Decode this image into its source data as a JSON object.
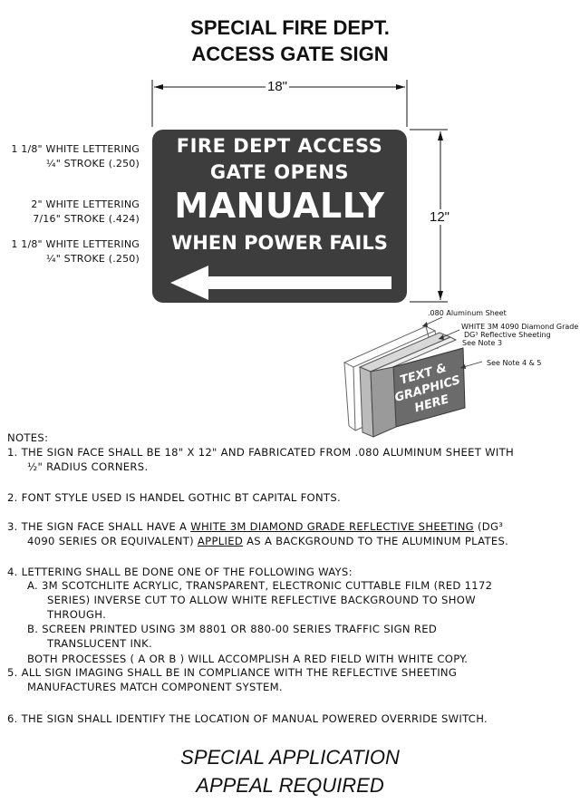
{
  "title": {
    "line1": "SPECIAL FIRE DEPT.",
    "line2": "ACCESS GATE SIGN"
  },
  "dimensions": {
    "width": "18\"",
    "height": "12\""
  },
  "lettering_notes": [
    {
      "line1": "1 1/8\" WHITE LETTERING",
      "line2": "¼\" STROKE (.250)"
    },
    {
      "line1": "2\" WHITE LETTERING",
      "line2": "7/16\" STROKE (.424)"
    },
    {
      "line1": "1 1/8\" WHITE LETTERING",
      "line2": "¼\" STROKE (.250)"
    }
  ],
  "sign": {
    "line1": "FIRE DEPT ACCESS",
    "line2": "GATE OPENS",
    "line3": "MANUALLY",
    "line4": "WHEN POWER FAILS",
    "background_color": "#3d3d3d",
    "text_color": "#ffffff",
    "arrow_direction": "left"
  },
  "iso_detail": {
    "sheet_label": ".080 Aluminum Sheet",
    "sheeting_label_1": "WHITE 3M 4090 Diamond Grade",
    "sheeting_label_2": "DG³ Reflective Sheeting",
    "sheeting_label_3": "See Note 3",
    "note_ref": "See Note 4 & 5",
    "face_text_1": "TEXT &",
    "face_text_2": "GRAPHICS",
    "face_text_3": "HERE"
  },
  "notes": {
    "heading": "NOTES:",
    "n1a": "1.  THE SIGN FACE SHALL BE 18\" X 12\" AND FABRICATED FROM .080 ALUMINUM SHEET WITH",
    "n1b": "½\" RADIUS CORNERS.",
    "n2": "2.  FONT STYLE USED IS HANDEL GOTHIC BT CAPITAL FONTS.",
    "n3a_pre": "3.  THE SIGN FACE SHALL HAVE A ",
    "n3a_u1": "WHITE 3M DIAMOND GRADE REFLECTIVE SHEETING",
    "n3a_post": " (DG³",
    "n3b_pre": "4090 SERIES OR EQUIVALENT) ",
    "n3b_u": "APPLIED",
    "n3b_post": " AS A BACKGROUND TO THE ALUMINUM PLATES.",
    "n4": "4.  LETTERING SHALL BE DONE ONE OF THE FOLLOWING WAYS:",
    "n4a1": "A.  3M SCOTCHLITE ACRYLIC, TRANSPARENT,  ELECTRONIC CUTTABLE FILM (RED 1172",
    "n4a2": "SERIES) INVERSE CUT TO ALLOW WHITE REFLECTIVE BACKGROUND TO SHOW",
    "n4a3": "THROUGH.",
    "n4b1": "B.  SCREEN PRINTED USING 3M 8801 OR 880-00 SERIES TRAFFIC SIGN RED",
    "n4b2": "TRANSLUCENT INK.",
    "n4c": "BOTH PROCESSES  ( A OR B ) WILL ACCOMPLISH A RED FIELD WITH WHITE COPY.",
    "n5a": "5.  ALL SIGN IMAGING SHALL BE IN COMPLIANCE WITH THE REFLECTIVE SHEETING",
    "n5b": "MANUFACTURES MATCH COMPONENT SYSTEM.",
    "n6": "6.  THE SIGN SHALL IDENTIFY THE LOCATION OF MANUAL POWERED OVERRIDE SWITCH."
  },
  "footer": {
    "line1": "SPECIAL APPLICATION",
    "line2": "APPEAL REQUIRED"
  }
}
